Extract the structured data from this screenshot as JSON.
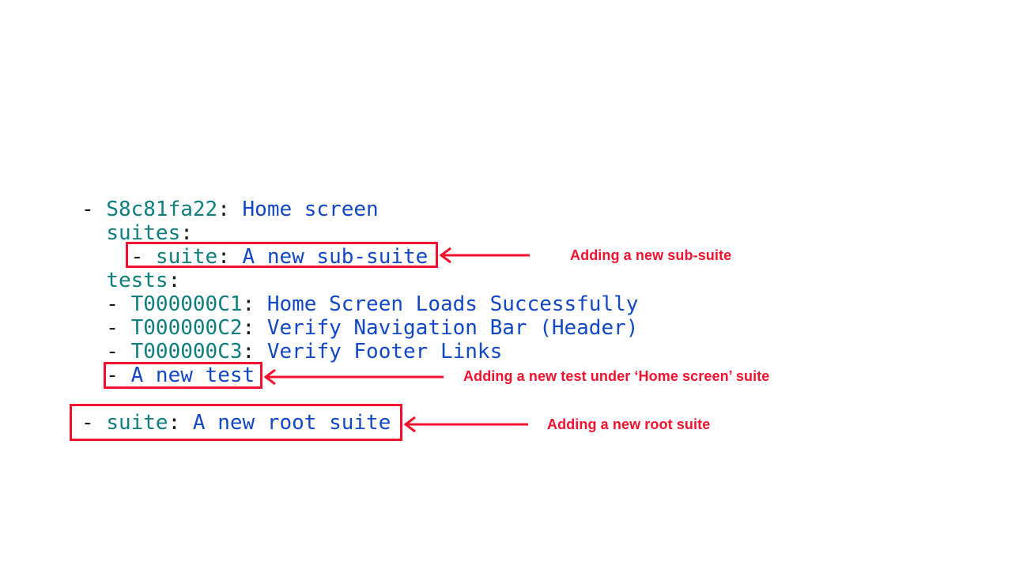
{
  "colors": {
    "key": "#0E7D7D",
    "value": "#1247C4",
    "punct": "#151515",
    "red": "#F5112E",
    "background": "#FFFFFF"
  },
  "code": {
    "language": "yaml",
    "lines": [
      {
        "tokens": [
          {
            "t": "punct",
            "s": "- "
          },
          {
            "t": "key",
            "s": "S8c81fa22"
          },
          {
            "t": "punct",
            "s": ":"
          },
          {
            "t": "value",
            "s": " Home screen"
          }
        ]
      },
      {
        "tokens": [
          {
            "t": "punct",
            "s": "  "
          },
          {
            "t": "key",
            "s": "suites"
          },
          {
            "t": "punct",
            "s": ":"
          }
        ]
      },
      {
        "tokens": [
          {
            "t": "punct",
            "s": "    - "
          },
          {
            "t": "key",
            "s": "suite"
          },
          {
            "t": "punct",
            "s": ":"
          },
          {
            "t": "value",
            "s": " A new sub-suite"
          }
        ]
      },
      {
        "tokens": [
          {
            "t": "punct",
            "s": "  "
          },
          {
            "t": "key",
            "s": "tests"
          },
          {
            "t": "punct",
            "s": ":"
          }
        ]
      },
      {
        "tokens": [
          {
            "t": "punct",
            "s": "  - "
          },
          {
            "t": "key",
            "s": "T000000C1"
          },
          {
            "t": "punct",
            "s": ":"
          },
          {
            "t": "value",
            "s": " Home Screen Loads Successfully"
          }
        ]
      },
      {
        "tokens": [
          {
            "t": "punct",
            "s": "  - "
          },
          {
            "t": "key",
            "s": "T000000C2"
          },
          {
            "t": "punct",
            "s": ":"
          },
          {
            "t": "value",
            "s": " Verify Navigation Bar (Header)"
          }
        ]
      },
      {
        "tokens": [
          {
            "t": "punct",
            "s": "  - "
          },
          {
            "t": "key",
            "s": "T000000C3"
          },
          {
            "t": "punct",
            "s": ":"
          },
          {
            "t": "value",
            "s": " Verify Footer Links"
          }
        ]
      },
      {
        "tokens": [
          {
            "t": "punct",
            "s": "  - "
          },
          {
            "t": "value",
            "s": "A new test"
          }
        ]
      },
      {
        "tokens": []
      },
      {
        "tokens": [
          {
            "t": "punct",
            "s": "- "
          },
          {
            "t": "key",
            "s": "suite"
          },
          {
            "t": "punct",
            "s": ":"
          },
          {
            "t": "value",
            "s": " A new root suite"
          }
        ]
      }
    ]
  },
  "annotations": [
    {
      "label": "Adding a new sub-suite"
    },
    {
      "label": "Adding a new test under ‘Home screen’ suite"
    },
    {
      "label": "Adding a new root suite"
    }
  ]
}
